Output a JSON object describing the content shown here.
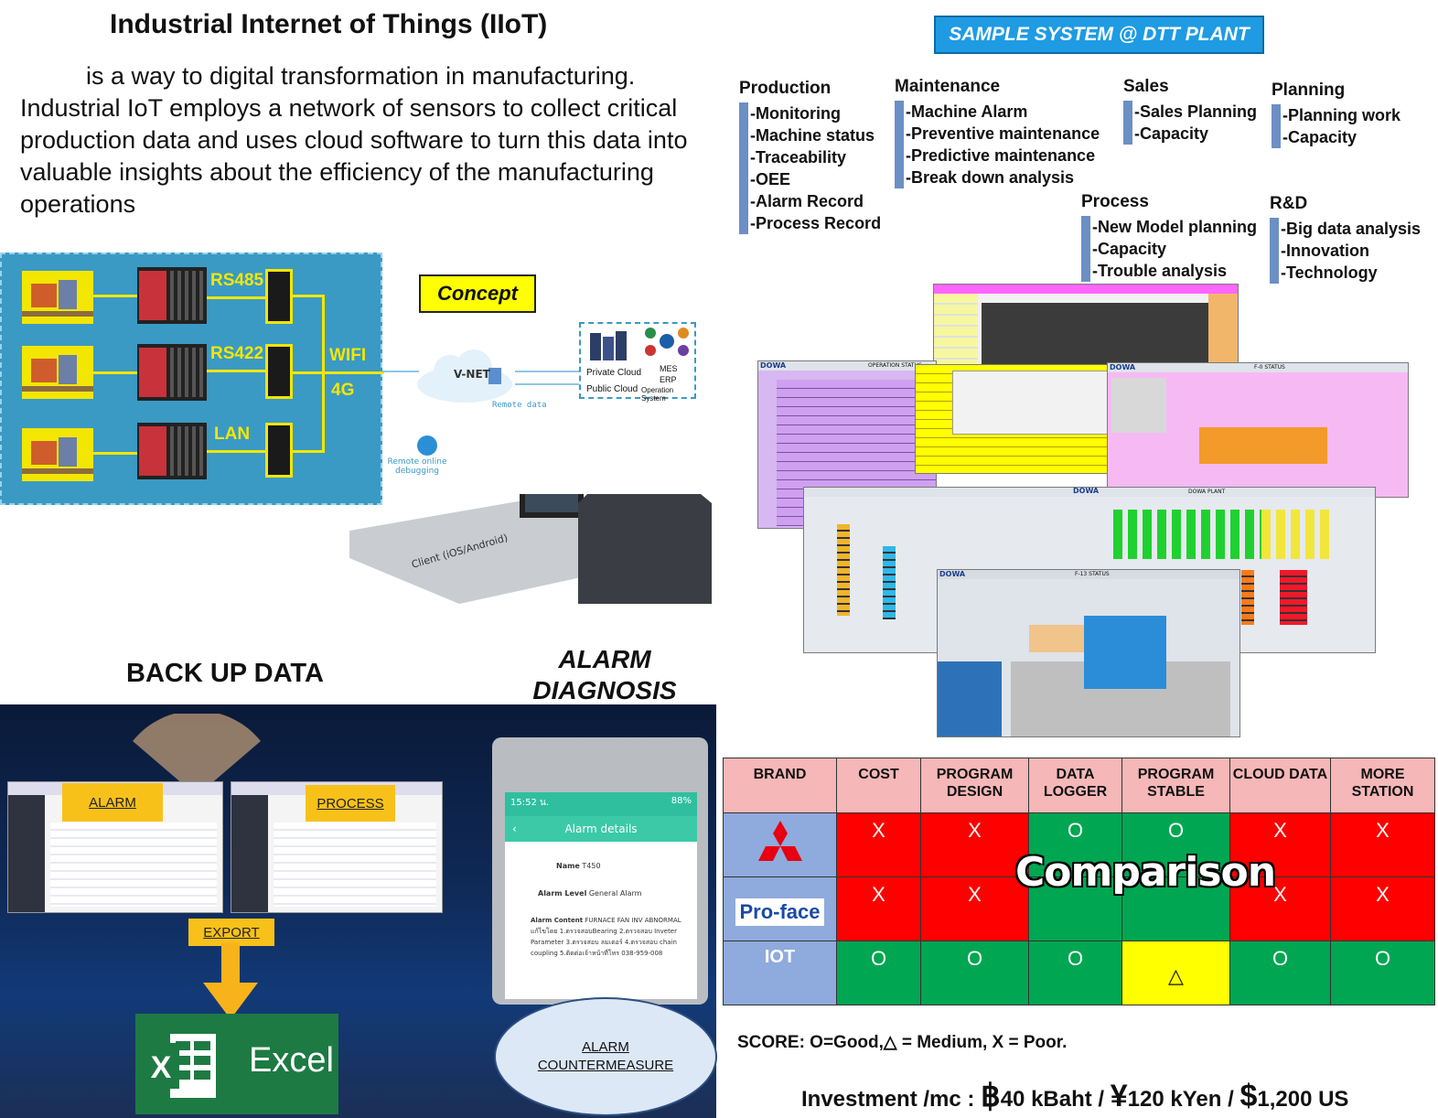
{
  "title": "Industrial Internet of Things (IIoT)",
  "intro": "is a way to digital transformation in manufacturing. Industrial IoT employs a network of sensors to collect critical production data and uses cloud software to turn this data into valuable insights about the efficiency of the manufacturing operations",
  "concept": {
    "label": "Concept",
    "protocols": [
      "RS485",
      "RS422",
      "LAN"
    ],
    "wireless": [
      "WIFI",
      "4G"
    ],
    "vnet": "V-NET",
    "remote_data": "Remote data",
    "private_cloud": "Private Cloud",
    "public_cloud": "Public Cloud",
    "mes": "MES",
    "erp": "ERP",
    "operation_system": "Operation System",
    "remote_debug": "Remote online debugging",
    "client": "Client (iOS/Android)"
  },
  "backup": {
    "title": "BACK UP DATA",
    "alarm_tag": "ALARM",
    "process_tag": "PROCESS",
    "export_tag": "EXPORT",
    "excel": "Excel"
  },
  "alarm_diagnosis": {
    "title": "ALARM DIAGNOSIS",
    "phone_time": "15:52 น.",
    "phone_battery": "88%",
    "phone_header": "Alarm details",
    "name_label": "Name",
    "name_value": "T450",
    "level_label": "Alarm Level",
    "level_value": "General Alarm",
    "content_label": "Alarm Content",
    "content_value": "FURNACE FAN INV ABNORMAL แก้ไขโดย 1.ตรวจสอบBearing 2.ตรวจสอบ Inveter Parameter 3.ตรวจสอบ ลมเตอร์ 4.ตรวจสอบ chain coupling 5.ติดต่อเจ้าหน้าที่โทร 038-959-008",
    "countermeasure_line1": "ALARM",
    "countermeasure_line2": "COUNTERMEASURE"
  },
  "sample_system": {
    "label": "SAMPLE SYSTEM  @  DTT PLANT",
    "departments": [
      {
        "name": "Production",
        "items": [
          "-Monitoring",
          "-Machine status",
          "-Traceability",
          "-OEE",
          "-Alarm Record",
          "-Process Record"
        ]
      },
      {
        "name": "Maintenance",
        "items": [
          "-Machine Alarm",
          "-Preventive maintenance",
          "-Predictive maintenance",
          "-Break down analysis"
        ]
      },
      {
        "name": "Sales",
        "items": [
          "-Sales Planning",
          "-Capacity"
        ]
      },
      {
        "name": "Planning",
        "items": [
          "-Planning work",
          "-Capacity"
        ]
      },
      {
        "name": "Process",
        "items": [
          "-New Model planning",
          "-Capacity",
          "-Trouble analysis"
        ]
      },
      {
        "name": "R&D",
        "items": [
          "-Big data analysis",
          "-Innovation",
          "-Technology"
        ]
      }
    ],
    "screens": {
      "dowa": "DOWA",
      "operation_status": "OPERATION STATUS",
      "f0_status": "F-0 STATUS",
      "dowa_plant": "DOWA PLANT",
      "f13_status": "F-13 STATUS"
    }
  },
  "comparison": {
    "headers": [
      "BRAND",
      "COST",
      "PROGRAM DESIGN",
      "DATA LOGGER",
      "PROGRAM STABLE",
      "CLOUD DATA",
      "MORE STATION"
    ],
    "rows": [
      {
        "brand": "Mitsubishi",
        "cells": [
          "X",
          "X",
          "O",
          "O",
          "X",
          "X"
        ],
        "colors": [
          "red",
          "red",
          "green",
          "green",
          "red",
          "red"
        ]
      },
      {
        "brand": "Pro-face",
        "cells": [
          "X",
          "X",
          "",
          "",
          "X",
          "X"
        ],
        "colors": [
          "red",
          "red",
          "green",
          "green",
          "red",
          "red"
        ]
      },
      {
        "brand": "IOT",
        "cells": [
          "O",
          "O",
          "O",
          "△",
          "O",
          "O"
        ],
        "colors": [
          "green",
          "green",
          "green",
          "yellow",
          "green",
          "green"
        ]
      }
    ],
    "overlay": "Comparison",
    "score": "SCORE:  O=Good,△ = Medium, X = Poor.",
    "investment_prefix": "Investment /mc : ",
    "investment_parts": [
      "฿",
      "40 kBaht / ",
      "¥",
      "120 kYen / ",
      "$",
      "1,200 US"
    ]
  }
}
